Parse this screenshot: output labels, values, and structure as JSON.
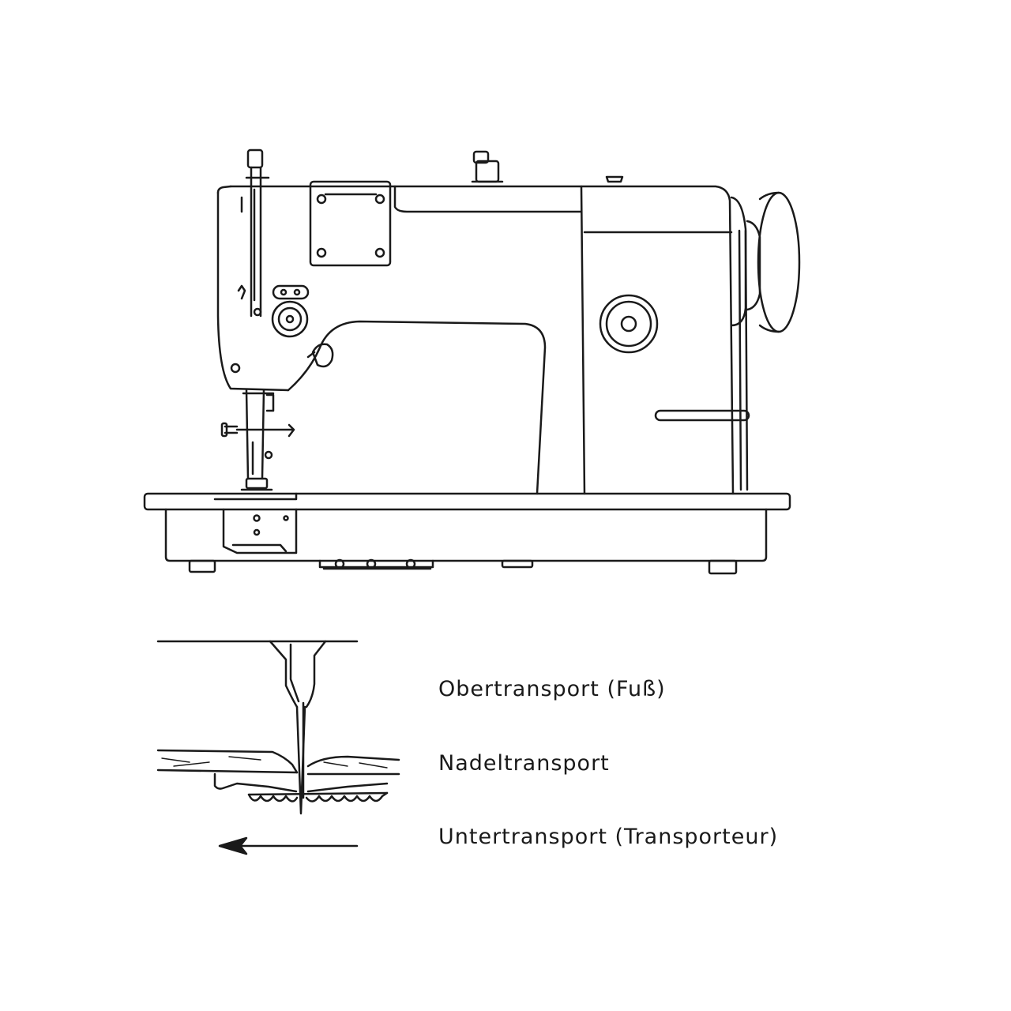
{
  "colors": {
    "line": "#1a1a1a",
    "background": "#ffffff",
    "text": "#1a1a1a"
  },
  "feed_labels": {
    "upper_feed": "Obertransport (Fuß)",
    "needle_feed": "Nadeltransport",
    "lower_feed": "Untertransport (Transporteur)"
  }
}
